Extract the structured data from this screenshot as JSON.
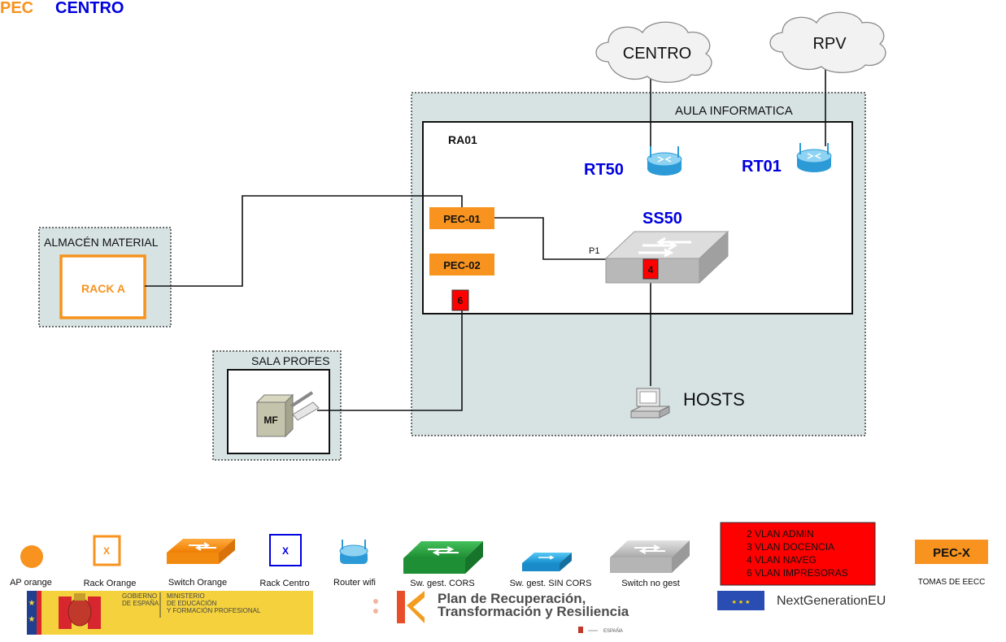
{
  "header": {
    "pec": "PEC",
    "centro": "CENTRO"
  },
  "clouds": {
    "centro": "CENTRO",
    "rpv": "RPV"
  },
  "areas": {
    "aula": "AULA INFORMATICA",
    "rack_ra01": "RA01",
    "almacen": "ALMACÉN MATERIAL",
    "rack_a": "RACK A",
    "sala": "SALA PROFES"
  },
  "devices": {
    "rt50": "RT50",
    "rt01": "RT01",
    "ss50": "SS50",
    "pec01": "PEC-01",
    "pec02": "PEC-02",
    "port_p1": "P1",
    "vlan_switch": "4",
    "vlan_pec02": "6",
    "mf": "MF",
    "hosts": "HOSTS"
  },
  "legend": {
    "ap_orange": "AP orange",
    "rack_orange": "Rack Orange",
    "rack_orange_mark": "X",
    "switch_orange": "Switch Orange",
    "rack_centro": "Rack Centro",
    "rack_centro_mark": "X",
    "router_wifi": "Router wifi",
    "sw_cors": "Sw. gest. CORS",
    "sw_sin_cors": "Sw. gest. SIN CORS",
    "switch_no_gest": "Switch no gest",
    "vlan_lines": [
      "2 VLAN ADMIN",
      "3 VLAN DOCENCIA",
      "4 VLAN NAVEG",
      "6 VLAN IMPRESORAS"
    ],
    "pec_x": "PEC-X",
    "tomas": "TOMAS DE EECC"
  },
  "footer": {
    "gobierno": [
      "GOBIERNO",
      "DE ESPAÑA"
    ],
    "ministerio": [
      "MINISTERIO",
      "DE EDUCACIÓN",
      "Y FORMACIÓN PROFESIONAL"
    ],
    "plan_line1": "Plan de Recuperación,",
    "plan_line2": "Transformación y Resiliencia",
    "espana": "ESPAÑA",
    "nextgen": "NextGenerationEU"
  },
  "colors": {
    "orange": "#f7931e",
    "blue": "#0000e0",
    "red": "#ff0000",
    "room_bg": "#d7e3e3"
  }
}
